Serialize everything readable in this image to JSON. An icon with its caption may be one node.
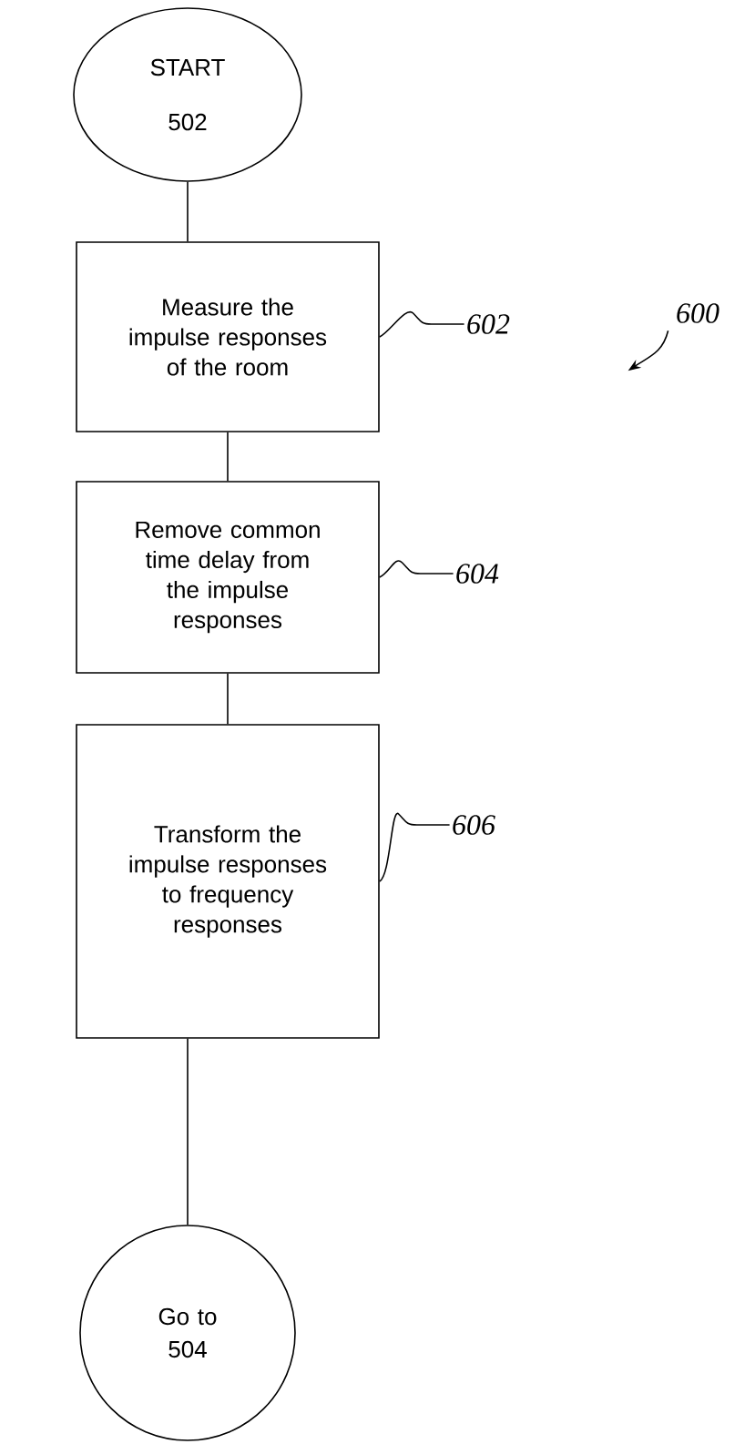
{
  "diagram": {
    "nodes": [
      {
        "text": [
          "START 502"
        ]
      },
      {
        "text": [
          "Measure the impulse responses of the room"
        ]
      },
      {
        "text": [
          "Remove common time delay from the impulse responses"
        ]
      },
      {
        "text": [
          "Transform the impulse responses to frequency responses"
        ]
      },
      {
        "text": [
          "Go to 504"
        ]
      },
      {
        "text": [
          "602"
        ]
      },
      {
        "text": [
          "604"
        ]
      },
      {
        "text": [
          "606"
        ]
      },
      {
        "text": [
          "600"
        ]
      }
    ],
    "edges": [
      {
        "from": 0,
        "to": 1,
        "arrow": "none"
      },
      {
        "from": 1,
        "to": 2,
        "arrow": "none"
      },
      {
        "from": 2,
        "to": 3,
        "arrow": "none"
      },
      {
        "from": 3,
        "to": 4,
        "arrow": "none"
      },
      {
        "from": 5,
        "to": 1,
        "arrow": "none"
      },
      {
        "from": 6,
        "to": 2,
        "arrow": "none"
      },
      {
        "from": 7,
        "to": 3,
        "arrow": "none"
      },
      {
        "from": 8,
        "to": null,
        "arrow": "to"
      }
    ]
  }
}
